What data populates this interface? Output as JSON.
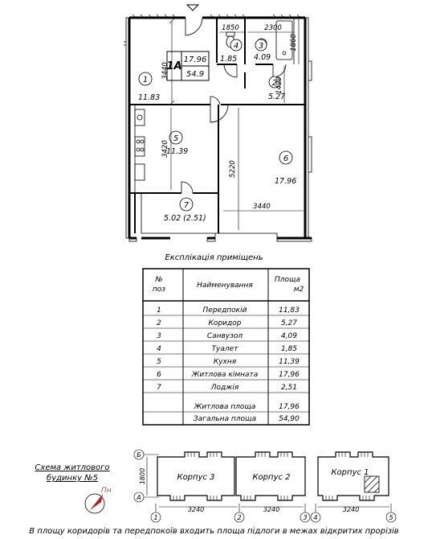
{
  "plan": {
    "unit_label": "1А",
    "living_area": "17.96",
    "total_area": "54.9",
    "rooms": [
      {
        "num": "1",
        "area": "11.83"
      },
      {
        "num": "2",
        "area": "5.27"
      },
      {
        "num": "3",
        "area": "4.09"
      },
      {
        "num": "4",
        "area": "1.85"
      },
      {
        "num": "5",
        "area": "11.39"
      },
      {
        "num": "6",
        "area": "17.96"
      },
      {
        "num": "7",
        "area": "5.02 (2.51)"
      }
    ],
    "dimensions": [
      "3440",
      "1850",
      "2300",
      "1860",
      "1490",
      "3420",
      "5220",
      "3440"
    ]
  },
  "table": {
    "title": "Експлікація приміщень",
    "headers": {
      "num": "№\nпоз",
      "name": "Найменування",
      "area": "Площа\nм2"
    },
    "rows": [
      {
        "num": "1",
        "name": "Передпокій",
        "area": "11,83"
      },
      {
        "num": "2",
        "name": "Коридор",
        "area": "5,27"
      },
      {
        "num": "3",
        "name": "Санвузол",
        "area": "4,09"
      },
      {
        "num": "4",
        "name": "Туалет",
        "area": "1,85"
      },
      {
        "num": "5",
        "name": "Кухня",
        "area": "11,39"
      },
      {
        "num": "6",
        "name": "Житлова кімната",
        "area": "17,96"
      },
      {
        "num": "7",
        "name": "Лоджія",
        "area": "2,51"
      }
    ],
    "totals": [
      {
        "name": "Житлова площа",
        "area": "17,96"
      },
      {
        "name": "Загальна площа",
        "area": "54,90"
      }
    ]
  },
  "scheme": {
    "title_line1": "Схема житлового",
    "title_line2": "будинку №5",
    "north": "Пн",
    "axes_letters": [
      "Б",
      "А"
    ],
    "axes_numbers": [
      "1",
      "2",
      "3",
      "4",
      "5"
    ],
    "height_dim": "1800",
    "span_dims": [
      "3240",
      "3240",
      "3240"
    ],
    "buildings": [
      "Корпус 3",
      "Корпус 2",
      "Корпус 1"
    ]
  },
  "footnote": "В площу коридорів та передпокоїв входить площа підлоги в межах відкритих прорізів"
}
